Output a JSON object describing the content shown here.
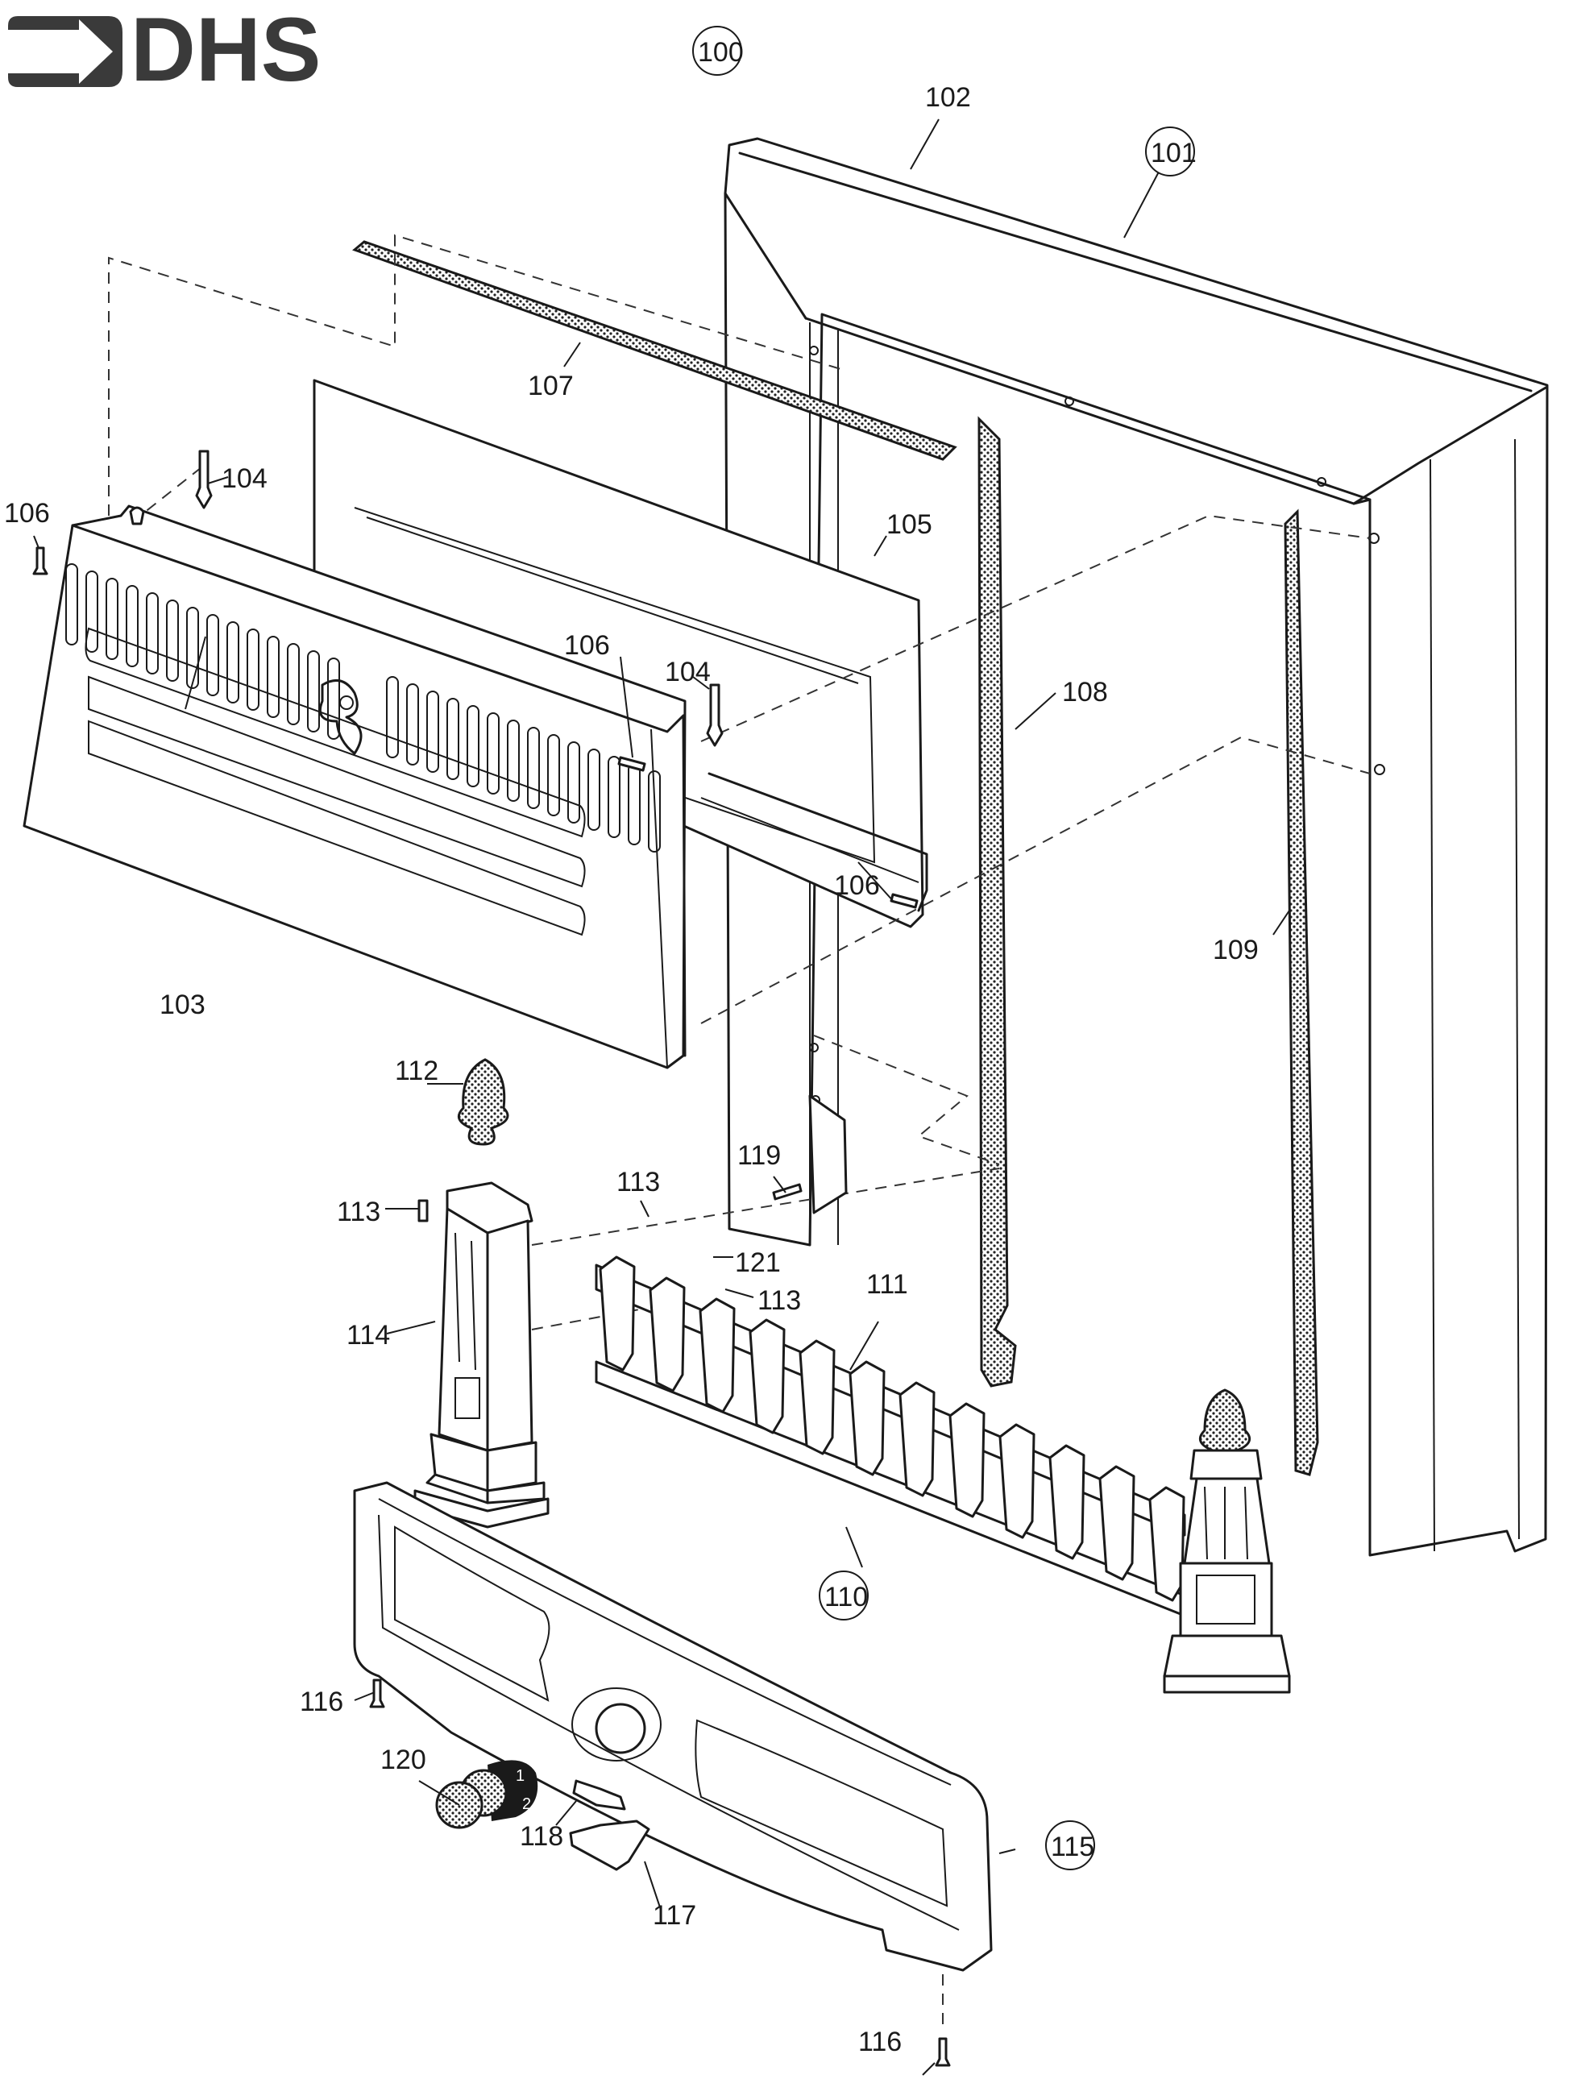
{
  "logo": {
    "text": "DHS",
    "icon": "arrow-into-bracket-icon",
    "color": "#3a3a3a"
  },
  "diagram": {
    "type": "exploded-parts-diagram",
    "assembly_label": "100",
    "labels": {
      "p100": "100",
      "p101": "101",
      "p102": "102",
      "p103": "103",
      "p104a": "104",
      "p104b": "104",
      "p105": "105",
      "p106a": "106",
      "p106b": "106",
      "p106c": "106",
      "p107": "107",
      "p108": "108",
      "p109": "109",
      "p110": "110",
      "p111": "111",
      "p112": "112",
      "p113a": "113",
      "p113b": "113",
      "p113c": "113",
      "p114": "114",
      "p115": "115",
      "p116a": "116",
      "p116b": "116",
      "p117": "117",
      "p118": "118",
      "p119": "119",
      "p120": "120",
      "p121": "121"
    },
    "circled_labels": [
      "100",
      "101",
      "110",
      "115"
    ],
    "knob_markings": [
      "1",
      "2"
    ]
  }
}
